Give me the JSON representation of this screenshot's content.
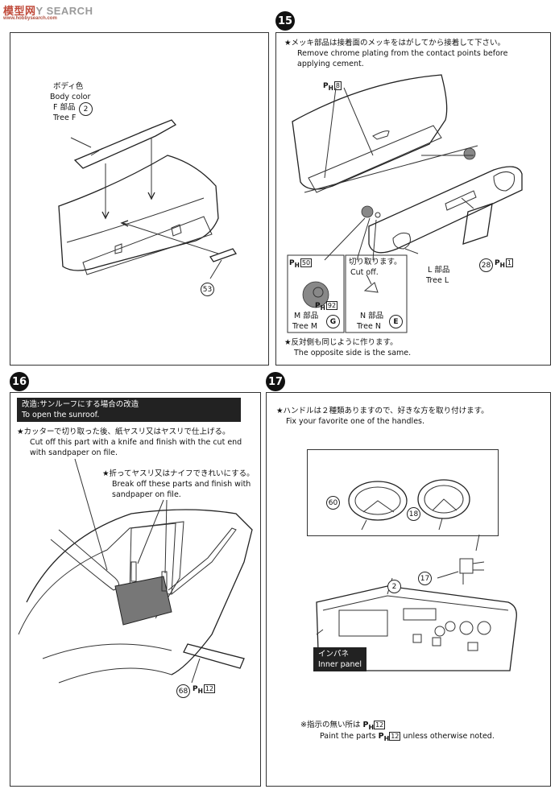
{
  "watermark": {
    "brand": "模型网",
    "search": "Y SEARCH",
    "sub": "www.hobbysearch.com"
  },
  "step_top_left": {
    "body_color_jp": "ボディ色",
    "body_color_en": "Body color",
    "part_jp": "F 部品",
    "part_en": "Tree F",
    "part_num": "2",
    "callout": "53"
  },
  "step15": {
    "num": "15",
    "note_jp": "★メッキ部品は接着面のメッキをはがしてから接着して下さい。",
    "note_en1": "Remove chrome plating from the contact points before",
    "note_en2": "applying cement.",
    "ph8": "8",
    "m_part_jp": "M 部品",
    "m_part_en": "Tree M",
    "m_letter": "G",
    "ph50": "50",
    "ph92": "92",
    "cut_jp": "切り取ります。",
    "cut_en": "Cut off.",
    "n_part_jp": "N 部品",
    "n_part_en": "Tree N",
    "n_letter": "E",
    "l_part_jp": "L 部品",
    "l_part_en": "Tree L",
    "callout28": "28",
    "ph1": "1",
    "opp_jp": "★反対側も同じように作ります。",
    "opp_en": "The opposite side is the same."
  },
  "step16": {
    "num": "16",
    "header_jp": "改造:サンルーフにする場合の改造",
    "header_en": "To open the sunroof.",
    "note1_jp": "★カッターで切り取った後、紙ヤスリ又はヤスリで仕上げる。",
    "note1_en1": "Cut off this part with a knife and finish with the cut end",
    "note1_en2": "with sandpaper on file.",
    "note2_jp": "★折ってヤスリ又はナイフできれいにする。",
    "note2_en1": "Break off these parts and finish with",
    "note2_en2": "sandpaper on file.",
    "callout68": "68",
    "ph12": "12"
  },
  "step17": {
    "num": "17",
    "note_jp": "★ハンドルは２種類ありますので、好きな方を取り付けます。",
    "note_en": "Fix your favorite one of the handles.",
    "callout60": "60",
    "callout18": "18",
    "callout2": "2",
    "callout17": "17",
    "inner_jp": "インパネ",
    "inner_en": "Inner panel",
    "foot_jp": "※指示の無い所は",
    "foot_ph": "12",
    "foot_en_pre": "Paint the parts",
    "foot_en_post": "unless otherwise noted."
  }
}
